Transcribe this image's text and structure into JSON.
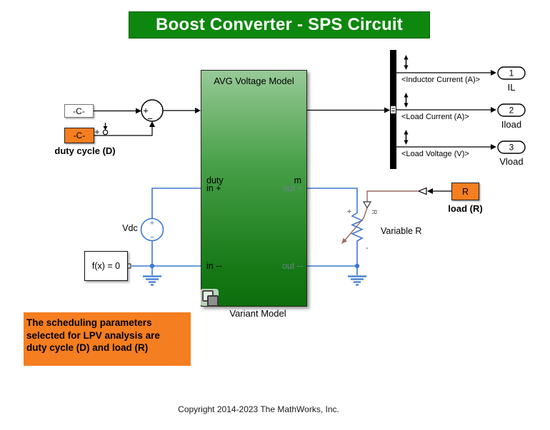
{
  "title": "Boost Converter - SPS Circuit",
  "constants": {
    "c1": "-C-",
    "c2": "-C-"
  },
  "labels": {
    "duty_cycle": "duty cycle (D)",
    "variant_model": "Variant Model",
    "vdc": "Vdc",
    "variable_r": "Variable R",
    "load_r": "load (R)",
    "copyright": "Copyright 2014-2023 The MathWorks, Inc."
  },
  "sum": {
    "plus": "+",
    "minus": "−"
  },
  "analysis_marker": {
    "plus": "+"
  },
  "subsystem": {
    "title": "AVG Voltage Model",
    "caption": "Variant Model",
    "ports": {
      "duty": "duty",
      "m": "m",
      "in_plus": "in +",
      "in_minus": "in --",
      "out_plus": "out +",
      "out_minus": "out --"
    }
  },
  "solver": {
    "label": "f(x) = 0"
  },
  "vdc_source": {
    "plus": "+",
    "minus": "−"
  },
  "resistor": {
    "plus": "+",
    "minus": "-",
    "r": "R"
  },
  "load_block": {
    "label": "R"
  },
  "bus": {
    "signals": [
      {
        "name": "<Inductor Current (A)>",
        "port_number": "1",
        "port_name": "IL"
      },
      {
        "name": "<Load Current (A)>",
        "port_number": "2",
        "port_name": "Iload"
      },
      {
        "name": "<Load Voltage (V)>",
        "port_number": "3",
        "port_name": "Vload"
      }
    ]
  },
  "annotation": {
    "lines": [
      "The scheduling parameters",
      "selected for LPV analysis are",
      "duty cycle (D) and load (R)"
    ]
  },
  "colors": {
    "banner_green": "#0d870d",
    "block_orange": "#f57e20",
    "simscape_blue": "#3d79cf",
    "physical_brown": "#9a6a5d"
  }
}
